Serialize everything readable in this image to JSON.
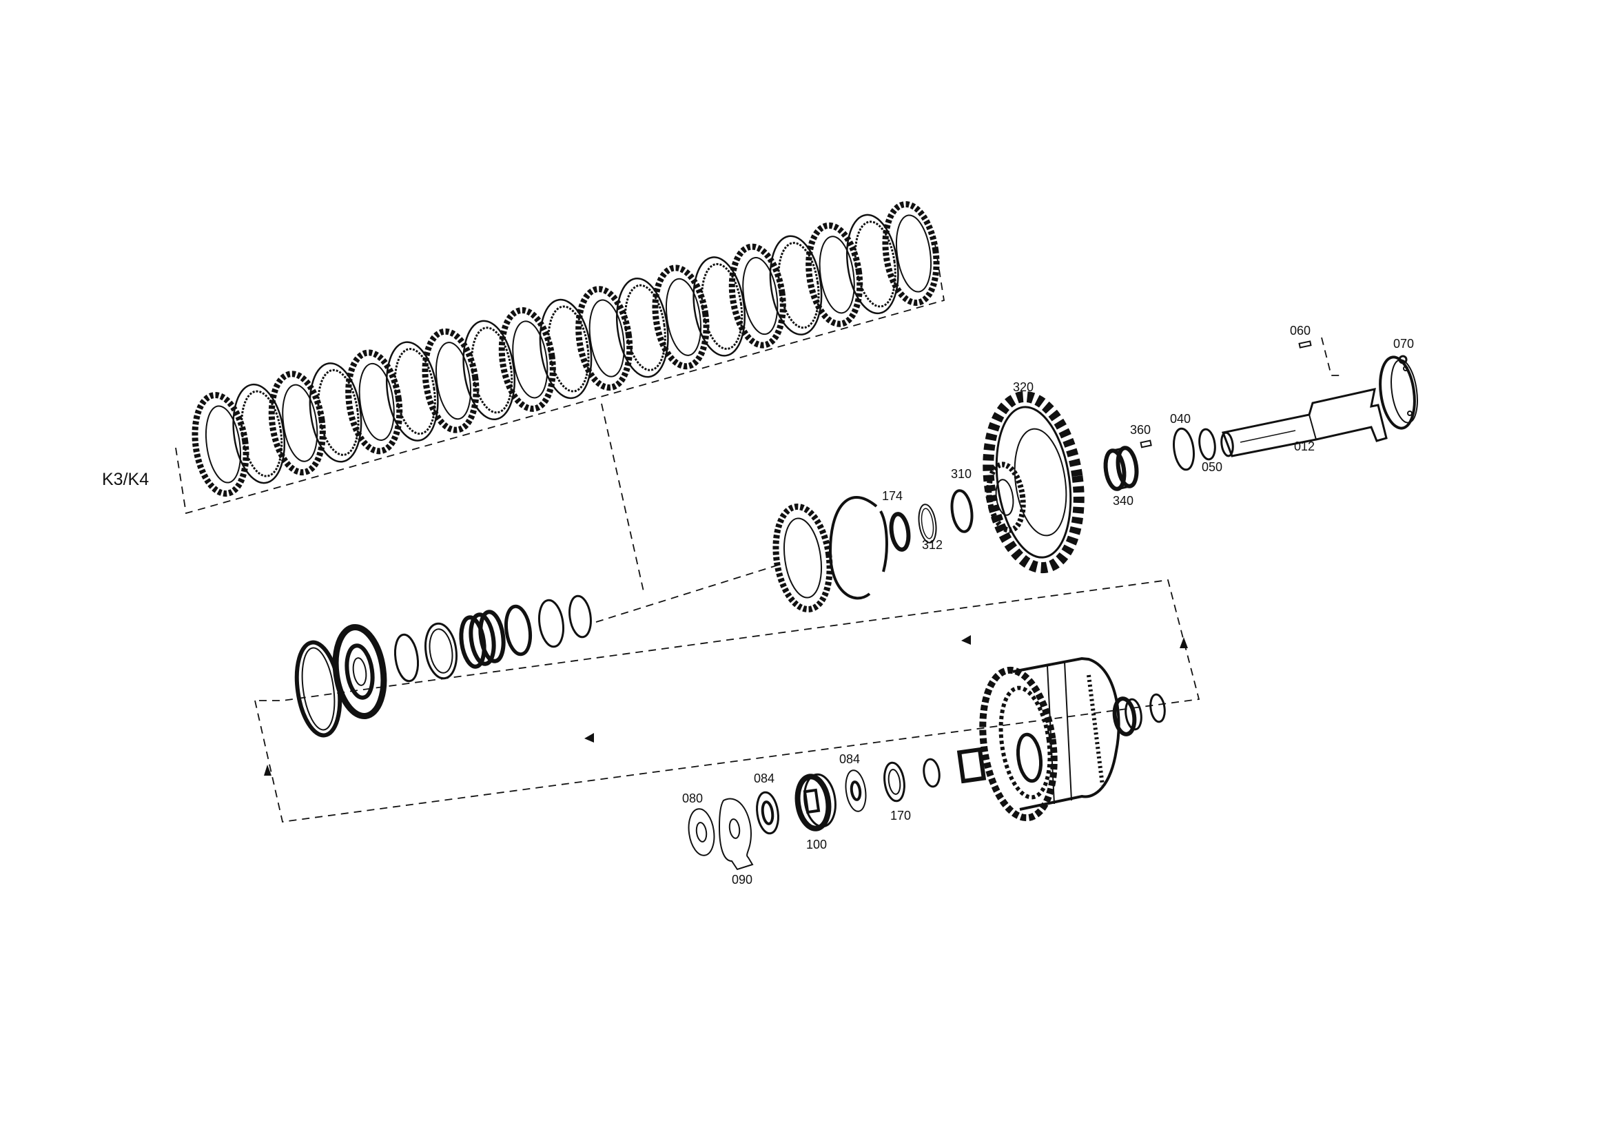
{
  "colors": {
    "ink": "#111111",
    "background": "#ffffff"
  },
  "group_label": "K3/K4",
  "parts": {
    "p320": "320",
    "p310": "310",
    "p174": "174",
    "p312": "312",
    "p340": "340",
    "p360": "360",
    "p040": "040",
    "p050": "050",
    "p012": "012",
    "p060": "060",
    "p070": "070",
    "p080": "080",
    "p084a": "084",
    "p084b": "084",
    "p090": "090",
    "p100": "100",
    "p170": "170"
  }
}
